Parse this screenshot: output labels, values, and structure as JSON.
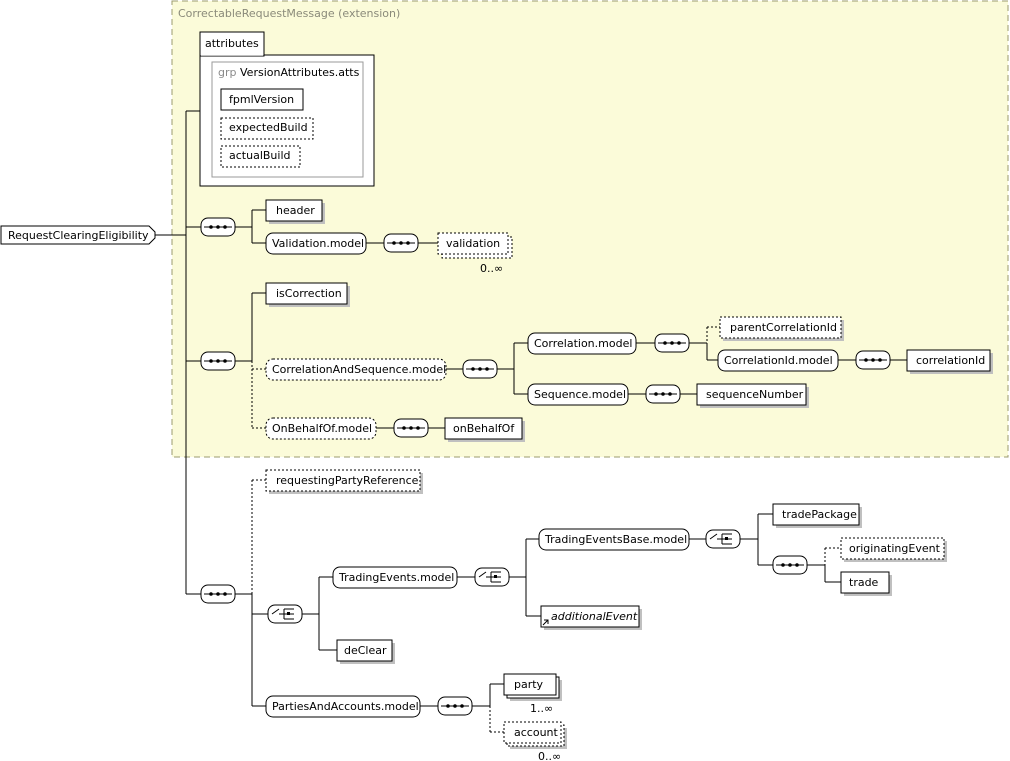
{
  "diagram": {
    "extension_label": "CorrectableRequestMessage (extension)",
    "root": "RequestClearingEligibility",
    "attributes_tab": "attributes",
    "attr_group_prefix": "grp",
    "attr_group_name": "VersionAttributes.atts",
    "attr_items": [
      "fpmlVersion",
      "expectedBuild",
      "actualBuild"
    ],
    "nodes": {
      "header": "header",
      "validation_model": "Validation.model",
      "validation": "validation",
      "validation_card": "0..∞",
      "isCorrection": "isCorrection",
      "correlation_and_sequence": "CorrelationAndSequence.model",
      "correlation_model": "Correlation.model",
      "parent_correlation_id": "parentCorrelationId",
      "correlation_id_model": "CorrelationId.model",
      "correlation_id": "correlationId",
      "sequence_model": "Sequence.model",
      "sequence_number": "sequenceNumber",
      "on_behalf_of_model": "OnBehalfOf.model",
      "on_behalf_of": "onBehalfOf",
      "requesting_party_reference": "requestingPartyReference",
      "trading_events_model": "TradingEvents.model",
      "trading_events_base_model": "TradingEventsBase.model",
      "trade_package": "tradePackage",
      "originating_event": "originatingEvent",
      "trade": "trade",
      "additional_event": "additionalEvent",
      "de_clear": "deClear",
      "parties_and_accounts_model": "PartiesAndAccounts.model",
      "party": "party",
      "party_card": "1..∞",
      "account": "account",
      "account_card": "0..∞"
    }
  }
}
